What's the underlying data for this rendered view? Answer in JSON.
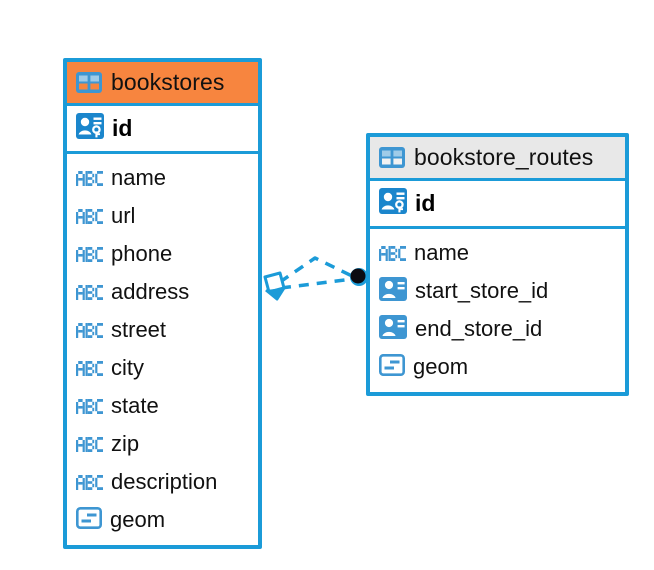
{
  "diagram": {
    "type": "entity-relationship-diagram",
    "background": "#ffffff",
    "accent_blue": "#1B9BD8",
    "icon_blue": "#3E96D2",
    "header_orange": "#F7853F",
    "header_gray": "#E8E8E8",
    "text_color": "#111111"
  },
  "tables": [
    {
      "name": "bookstores",
      "header_style": "orange-selected",
      "table_icon": "table-grid-icon",
      "primary_key": {
        "label": "id",
        "icon": "primary-key-icon"
      },
      "columns": [
        {
          "label": "name",
          "icon": "abc-text-icon"
        },
        {
          "label": "url",
          "icon": "abc-text-icon"
        },
        {
          "label": "phone",
          "icon": "abc-text-icon"
        },
        {
          "label": "address",
          "icon": "abc-text-icon"
        },
        {
          "label": "street",
          "icon": "abc-text-icon"
        },
        {
          "label": "city",
          "icon": "abc-text-icon"
        },
        {
          "label": "state",
          "icon": "abc-text-icon"
        },
        {
          "label": "zip",
          "icon": "abc-text-icon"
        },
        {
          "label": "description",
          "icon": "abc-text-icon"
        },
        {
          "label": "geom",
          "icon": "geometry-icon"
        }
      ]
    },
    {
      "name": "bookstore_routes",
      "header_style": "gray",
      "table_icon": "table-grid-icon",
      "primary_key": {
        "label": "id",
        "icon": "primary-key-icon"
      },
      "columns": [
        {
          "label": "name",
          "icon": "abc-text-icon"
        },
        {
          "label": "start_store_id",
          "icon": "foreign-key-icon"
        },
        {
          "label": "end_store_id",
          "icon": "foreign-key-icon"
        },
        {
          "label": "geom",
          "icon": "geometry-icon"
        }
      ]
    }
  ],
  "relationship": {
    "source_endpoint": "crows-foot-diamond-icon",
    "target_endpoint": "filled-circle-icon",
    "line_style": "dashed",
    "color": "#1B9BD8"
  }
}
